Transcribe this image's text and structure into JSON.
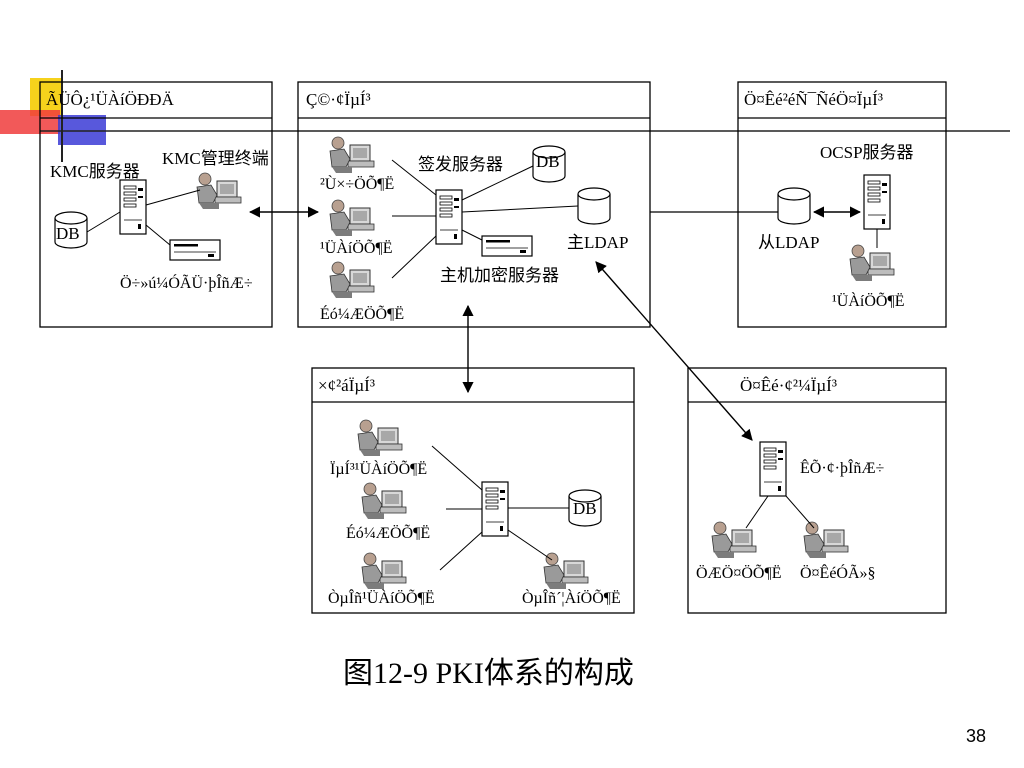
{
  "slide": {
    "caption": "图12-9  PKI体系的构成",
    "page_number": "38"
  },
  "diagram": {
    "left_box": {
      "title": "ÃÜÔ¿¹ÜÀíÖÐÐÄ",
      "kmc_server": "KMC服务器",
      "kmc_terminal": "KMC管理终端",
      "db": "DB",
      "bottom_label": "Ö÷»ú¼ÓÃÜ·þÎñÆ÷"
    },
    "center_top_box": {
      "title": "Ç©·¢ÏµÍ³",
      "user_top": "²Ù×÷ÖÕ¶Ë",
      "user_mid": "¹ÜÀíÖÕ¶Ë",
      "user_bottom": "Éó¼ÆÖÕ¶Ë",
      "sign_server": "签发服务器",
      "db": "DB",
      "host_encrypt_server": "主机加密服务器",
      "main_ldap": "主LDAP"
    },
    "right_top_box": {
      "title": "Ö¤Êé²éÑ¯ÑéÖ¤ÏµÍ³",
      "ocsp_server": "OCSP服务器",
      "slave_ldap": "从LDAP",
      "user": "¹ÜÀíÖÕ¶Ë"
    },
    "bottom_center_box": {
      "title": "×¢²áÏµÍ³",
      "user_1": "ÏµÍ³¹ÜÀíÖÕ¶Ë",
      "user_2": "Éó¼ÆÖÕ¶Ë",
      "user_3": "ÒµÎñ¹ÜÀíÖÕ¶Ë",
      "user_4": "ÒµÎñ´¦ÀíÖÕ¶Ë",
      "db": "DB"
    },
    "bottom_right_box": {
      "title": "Ö¤Êé·¢²¼ÏµÍ³",
      "web_server": "ÊÕ·¢·þÎñÆ÷",
      "user": "ÖÆÖ¤ÖÕ¶Ë",
      "cert_user": "Ö¤ÊéÓÃ»§"
    }
  }
}
